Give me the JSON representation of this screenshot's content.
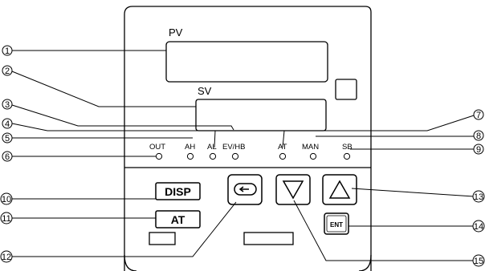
{
  "display": {
    "pv_label": "PV",
    "sv_label": "SV"
  },
  "indicators": [
    {
      "label": "OUT"
    },
    {
      "label": "AH"
    },
    {
      "label": "AL"
    },
    {
      "label": "EV/HB"
    },
    {
      "label": "AT"
    },
    {
      "label": "MAN"
    },
    {
      "label": "SB"
    }
  ],
  "buttons": {
    "disp": "DISP",
    "at": "AT",
    "ent": "ENT"
  },
  "callouts": [
    "1",
    "2",
    "3",
    "4",
    "5",
    "6",
    "7",
    "8",
    "9",
    "10",
    "11",
    "12",
    "13",
    "14",
    "15"
  ]
}
